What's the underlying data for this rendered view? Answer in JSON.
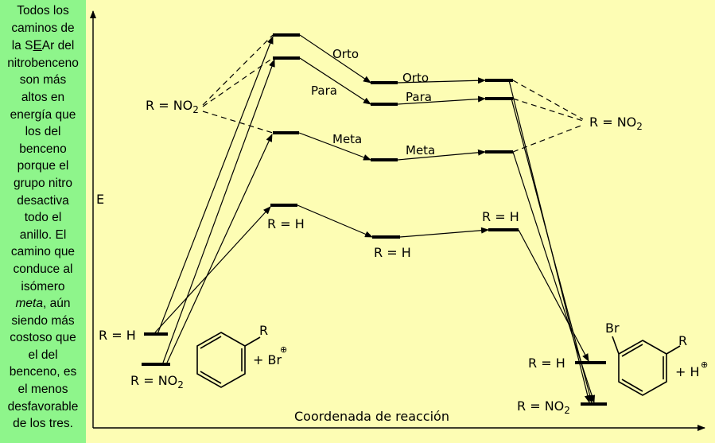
{
  "caption": {
    "line1": "Todos los",
    "line2": "caminos de",
    "line3a": "la S",
    "line3b": "E",
    "line3c": "Ar del",
    "line4": "nitrobenceno",
    "line5": "son más",
    "line6": "altos en",
    "line7": "energía que",
    "line8": "los del",
    "line9": "benceno",
    "line10": "porque el",
    "line11": "grupo nitro",
    "line12": "desactiva",
    "line13": "todo el",
    "line14": "anillo. El",
    "line15": "camino que",
    "line16": "conduce al",
    "line17": "isómero",
    "line18a": "meta",
    "line18b": ", aún",
    "line19": "siendo más",
    "line20": "costoso que",
    "line21": "el del",
    "line22": "benceno, es",
    "line23": "el menos",
    "line24": "desfavorable",
    "line25": "de los tres."
  },
  "axes": {
    "y_label": "E",
    "x_label": "Coordenada de reacción"
  },
  "labels": {
    "orto1": "Orto",
    "orto2": "Orto",
    "para1": "Para",
    "para2": "Para",
    "meta1": "Meta",
    "meta2": "Meta",
    "rh_ts1": "R = H",
    "rh_int": "R = H",
    "rh_ts2": "R = H",
    "rh_start": "R = H",
    "rno2_start_a": "R = NO",
    "rno2_start_b": "2",
    "rno2_left_a": "R = NO",
    "rno2_left_b": "2",
    "rno2_right_a": "R = NO",
    "rno2_right_b": "2",
    "rh_end": "R = H",
    "rno2_end_a": "R = NO",
    "rno2_end_b": "2"
  },
  "reactants": {
    "substituent": "R",
    "plus_br": "+ Br",
    "charge": "⊕"
  },
  "products": {
    "bromine": "Br",
    "substituent": "R",
    "plus_h": "+ H",
    "charge": "⊕"
  }
}
